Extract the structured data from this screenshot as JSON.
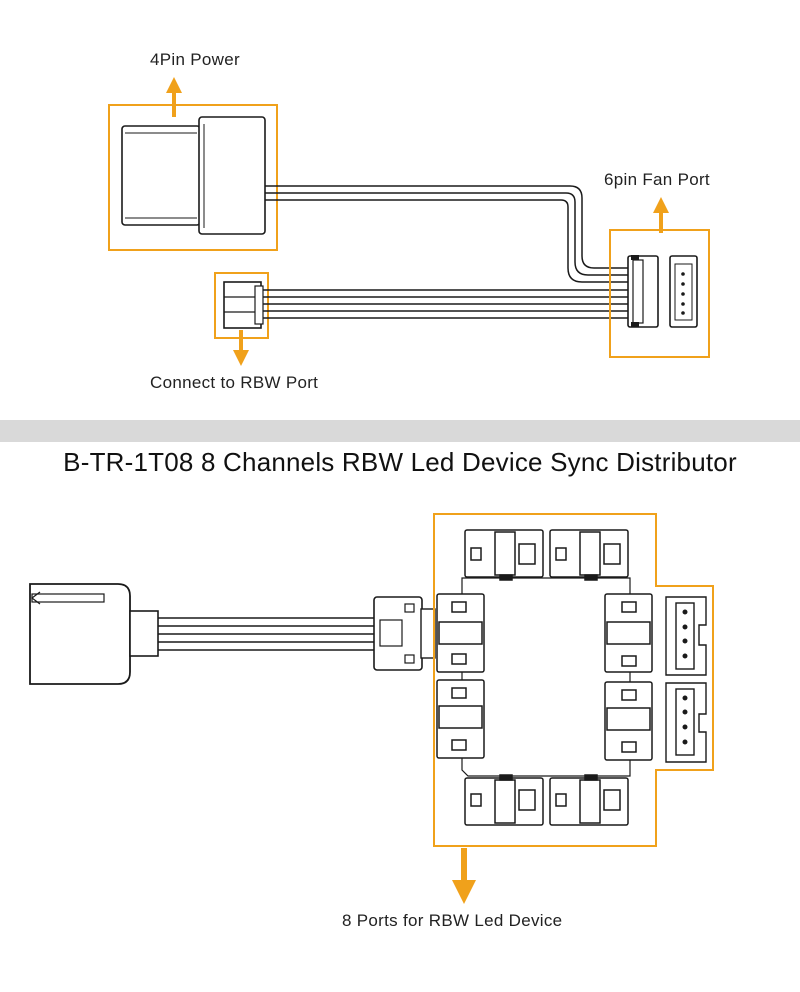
{
  "labels": {
    "power": "4Pin Power",
    "fan_port": "6pin Fan Port",
    "rbw_port": "Connect to RBW Port",
    "title": "B-TR-1T08 8 Channels RBW Led Device Sync Distributor",
    "ports": "8 Ports for RBW Led Device"
  },
  "colors": {
    "highlight": "#f0a11b",
    "line": "#1a1a1a",
    "band": "#d9d9d9"
  }
}
